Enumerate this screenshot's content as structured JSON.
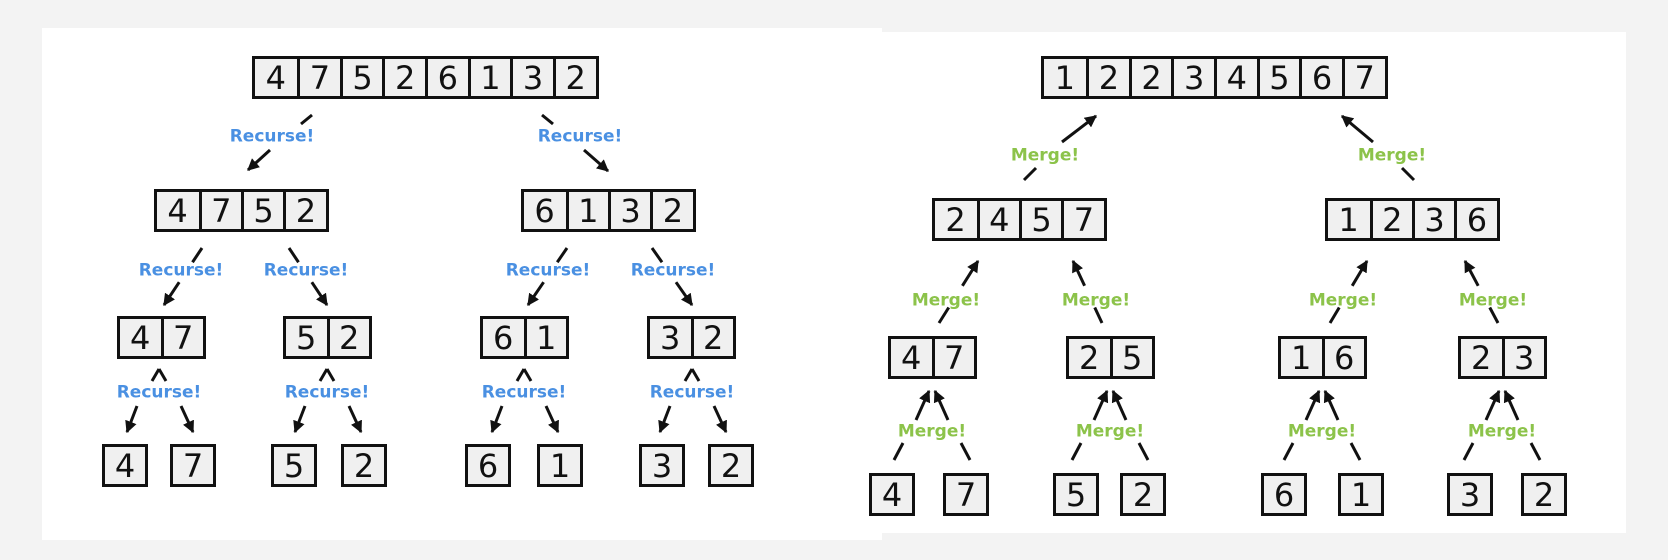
{
  "labels": {
    "recurse": "Recurse!",
    "merge": "Merge!"
  },
  "colors": {
    "recurse": "#4a90e2",
    "merge": "#8cc34a",
    "box_fill": "#f0f0f0",
    "stroke": "#111111"
  },
  "split_tree": {
    "root": [
      "4",
      "7",
      "5",
      "2",
      "6",
      "1",
      "3",
      "2"
    ],
    "level1": [
      [
        "4",
        "7",
        "5",
        "2"
      ],
      [
        "6",
        "1",
        "3",
        "2"
      ]
    ],
    "level2": [
      [
        "4",
        "7"
      ],
      [
        "5",
        "2"
      ],
      [
        "6",
        "1"
      ],
      [
        "3",
        "2"
      ]
    ],
    "leaves": [
      "4",
      "7",
      "5",
      "2",
      "6",
      "1",
      "3",
      "2"
    ]
  },
  "merge_tree": {
    "leaves": [
      "4",
      "7",
      "5",
      "2",
      "6",
      "1",
      "3",
      "2"
    ],
    "level2": [
      [
        "4",
        "7"
      ],
      [
        "2",
        "5"
      ],
      [
        "1",
        "6"
      ],
      [
        "2",
        "3"
      ]
    ],
    "level1": [
      [
        "2",
        "4",
        "5",
        "7"
      ],
      [
        "1",
        "2",
        "3",
        "6"
      ]
    ],
    "root": [
      "1",
      "2",
      "2",
      "3",
      "4",
      "5",
      "6",
      "7"
    ]
  }
}
